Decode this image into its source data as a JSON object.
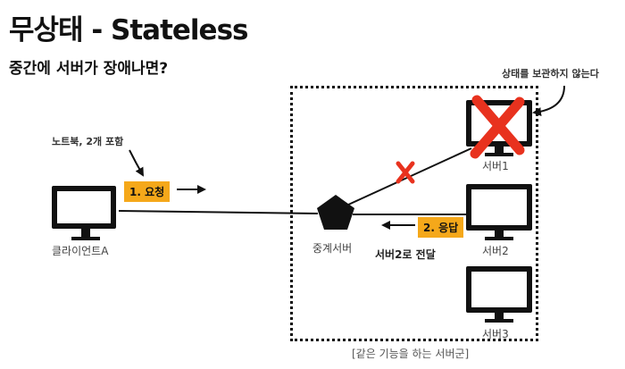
{
  "title": "무상태 - Stateless",
  "subtitle": "중간에 서버가 장애나면?",
  "notes": {
    "laptop_note": "노트북, 2개 포함",
    "server_note": "상태를 보관하지 않는다"
  },
  "client": {
    "label": "클라이언트A"
  },
  "gateway": {
    "label": "중계서버"
  },
  "servers": [
    {
      "label": "서버1",
      "status": "failed"
    },
    {
      "label": "서버2",
      "status": "ok"
    },
    {
      "label": "서버3",
      "status": "ok"
    }
  ],
  "steps": {
    "request": "1. 요청",
    "response": "2. 응답",
    "forward_note": "서버2로 전달"
  },
  "cluster_label": "[같은 기능을 하는 서버군]",
  "colors": {
    "accent": "#f5a81a",
    "fail": "#e8321e",
    "line": "#111111"
  }
}
